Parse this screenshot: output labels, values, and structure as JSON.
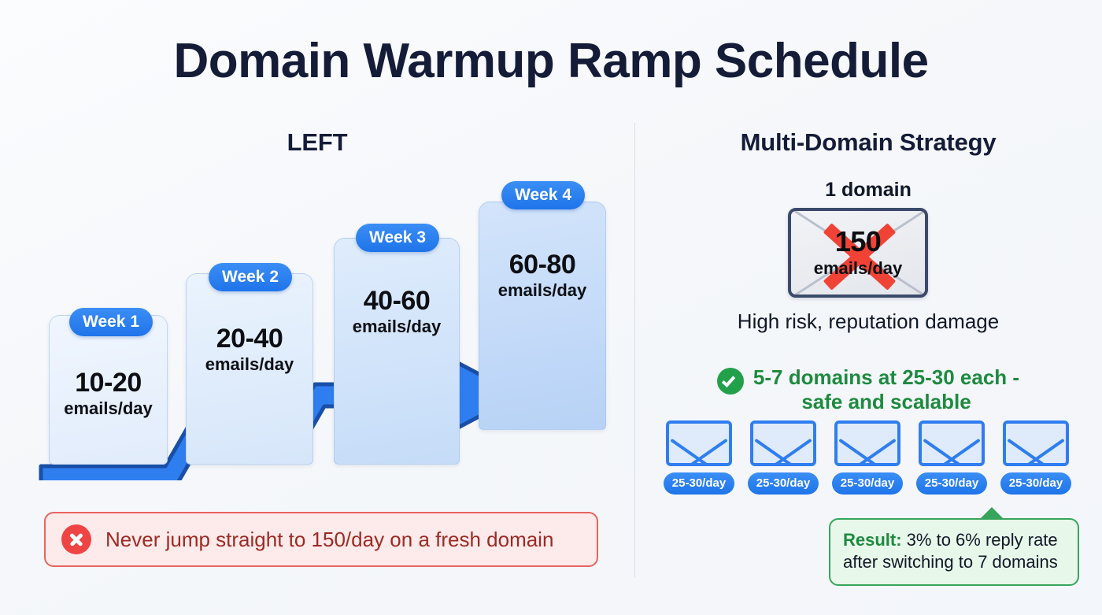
{
  "title": "Domain Warmup Ramp Schedule",
  "colors": {
    "background": "#f5f7fa",
    "title_navy": "#141c38",
    "accent_blue": "#2f7ef0",
    "danger_red": "#ef4444",
    "danger_text": "#9d2a24",
    "success_green": "#1e8a3f",
    "card_blue_light": "#eaf2fd",
    "card_blue_deep": "#bcd6f8"
  },
  "left_panel": {
    "heading": "LEFT",
    "steps": [
      {
        "pill": "Week 1",
        "range": "10-20",
        "unit": "emails/day"
      },
      {
        "pill": "Week 2",
        "range": "20-40",
        "unit": "emails/day"
      },
      {
        "pill": "Week 3",
        "range": "40-60",
        "unit": "emails/day"
      },
      {
        "pill": "Week 4",
        "range": "60-80",
        "unit": "emails/day"
      }
    ],
    "warning": {
      "icon": "circle-x-icon",
      "text": "Never jump straight to 150/day on a fresh domain"
    }
  },
  "right_panel": {
    "heading": "Multi-Domain Strategy",
    "single_domain": {
      "label": "1 domain",
      "envelope_number": "150",
      "envelope_unit": "emails/day",
      "crossed_out": true,
      "caption": "High risk, reputation damage"
    },
    "recommendation": {
      "icon": "check-circle-icon",
      "line1": "5-7 domains at 25-30 each -",
      "line2": "safe and scalable"
    },
    "domains": [
      {
        "badge": "25-30/day"
      },
      {
        "badge": "25-30/day"
      },
      {
        "badge": "25-30/day"
      },
      {
        "badge": "25-30/day"
      },
      {
        "badge": "25-30/day"
      }
    ],
    "result_callout": {
      "label": "Result:",
      "line1_rest": " 3% to 6% reply rate",
      "line2": "after switching to 7 domains"
    }
  },
  "chart_data": {
    "type": "bar",
    "title": "Domain Warmup Ramp Schedule",
    "categories": [
      "Week 1",
      "Week 2",
      "Week 3",
      "Week 4"
    ],
    "value_labels": [
      "10-20",
      "20-40",
      "40-60",
      "60-80"
    ],
    "values_low": [
      10,
      20,
      40,
      60
    ],
    "values_high": [
      20,
      40,
      60,
      80
    ],
    "ylabel": "emails/day",
    "xlabel": "",
    "ylim": [
      0,
      80
    ],
    "grid": false,
    "legend": "none",
    "annotations": [
      "Never jump straight to 150/day on a fresh domain",
      "1 domain = 150 emails/day (crossed out) - High risk, reputation damage",
      "5-7 domains at 25-30 each - safe and scalable",
      "Result: 3% to 6% reply rate after switching to 7 domains"
    ]
  }
}
